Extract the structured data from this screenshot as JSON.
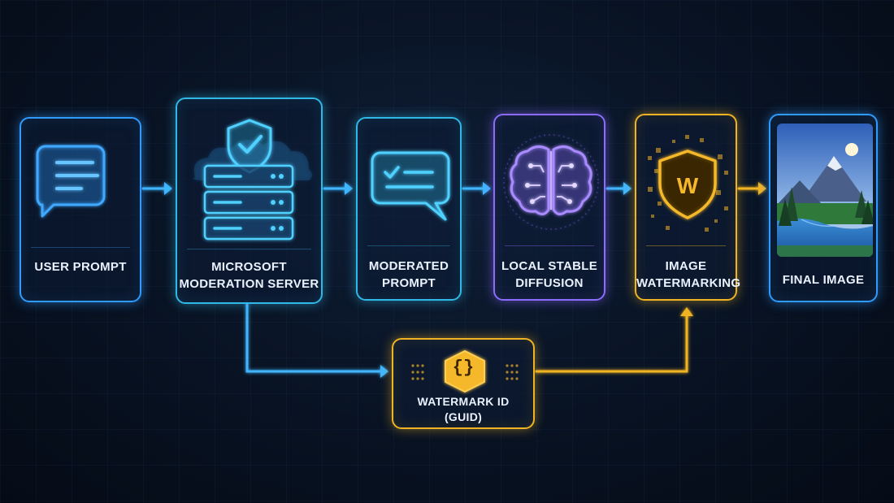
{
  "nodes": {
    "user_prompt": {
      "lines": [
        "USER PROMPT"
      ]
    },
    "moderation_server": {
      "lines": [
        "MICROSOFT",
        "MODERATION SERVER"
      ]
    },
    "moderated_prompt": {
      "lines": [
        "MODERATED",
        "PROMPT"
      ]
    },
    "stable_diffusion": {
      "lines": [
        "LOCAL STABLE",
        "DIFFUSION"
      ]
    },
    "image_watermarking": {
      "lines": [
        "IMAGE",
        "WATERMARKING"
      ]
    },
    "final_image": {
      "lines": [
        "FINAL IMAGE"
      ]
    },
    "watermark_id": {
      "lines": [
        "WATERMARK ID",
        "(GUID)"
      ],
      "icon_text": "{}"
    }
  },
  "icons": {
    "user_prompt": "chat-bubble-icon",
    "moderation_server": "shield-server-icon",
    "moderated_prompt": "checklist-bubble-icon",
    "stable_diffusion": "brain-circuit-icon",
    "image_watermarking": "watermark-shield-icon",
    "final_image": "landscape-image",
    "watermark_id": "code-braces-icon"
  },
  "colors": {
    "blue": "#2f9bff",
    "cyan": "#30b8e6",
    "purple": "#8b6cff",
    "gold": "#f0b323",
    "arrow_blue": "#3fb6ff"
  }
}
